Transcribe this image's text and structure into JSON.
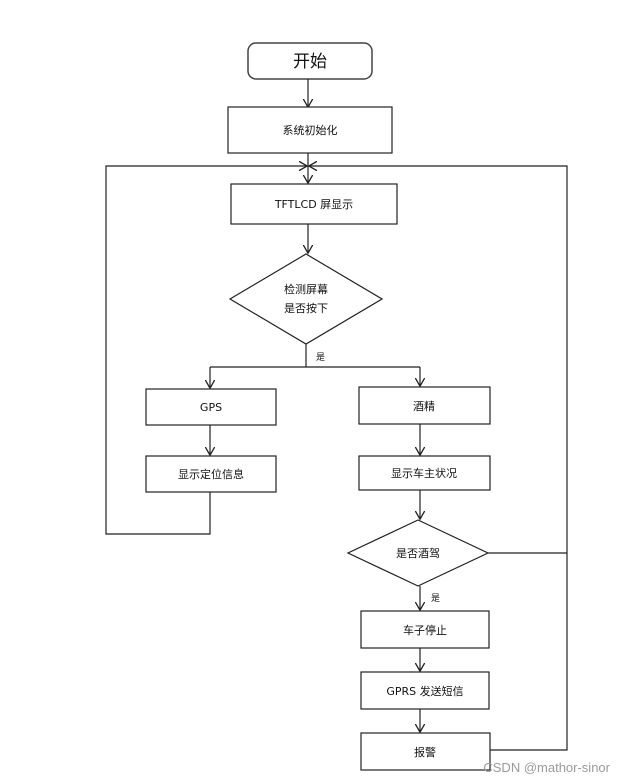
{
  "nodes": {
    "start": "开始",
    "init": "系统初始化",
    "tft": "TFTLCD 屏显示",
    "check_line1": "检测屏幕",
    "check_line2": "是否按下",
    "gps": "GPS",
    "alcohol": "酒精",
    "show_loc": "显示定位信息",
    "show_status": "显示车主状况",
    "drunk": "是否酒驾",
    "stop": "车子停止",
    "sms": "GPRS 发送短信",
    "alarm": "报警"
  },
  "labels": {
    "yes1": "是",
    "yes2": "是"
  },
  "watermark": "CSDN @mathor-sinor"
}
